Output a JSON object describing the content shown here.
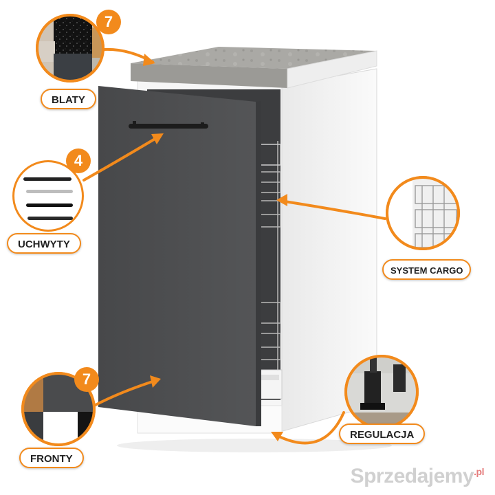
{
  "labels": {
    "blaty": "BLATY",
    "uchwyty": "UCHWYTY",
    "system_cargo": "SYSTEM CARGO",
    "regulacja": "REGULACJA",
    "fronty": "FRONTY"
  },
  "badges": {
    "blaty_count": "7",
    "uchwyty_count": "4",
    "fronty_count": "7"
  },
  "watermark": {
    "text": "Sprzedajemy",
    "suffix": ".pl"
  },
  "colors": {
    "accent": "#f28a1c",
    "front": "#4a4b4d",
    "countertop": "#a9a8a4",
    "carcass": "#f3f3f3"
  }
}
